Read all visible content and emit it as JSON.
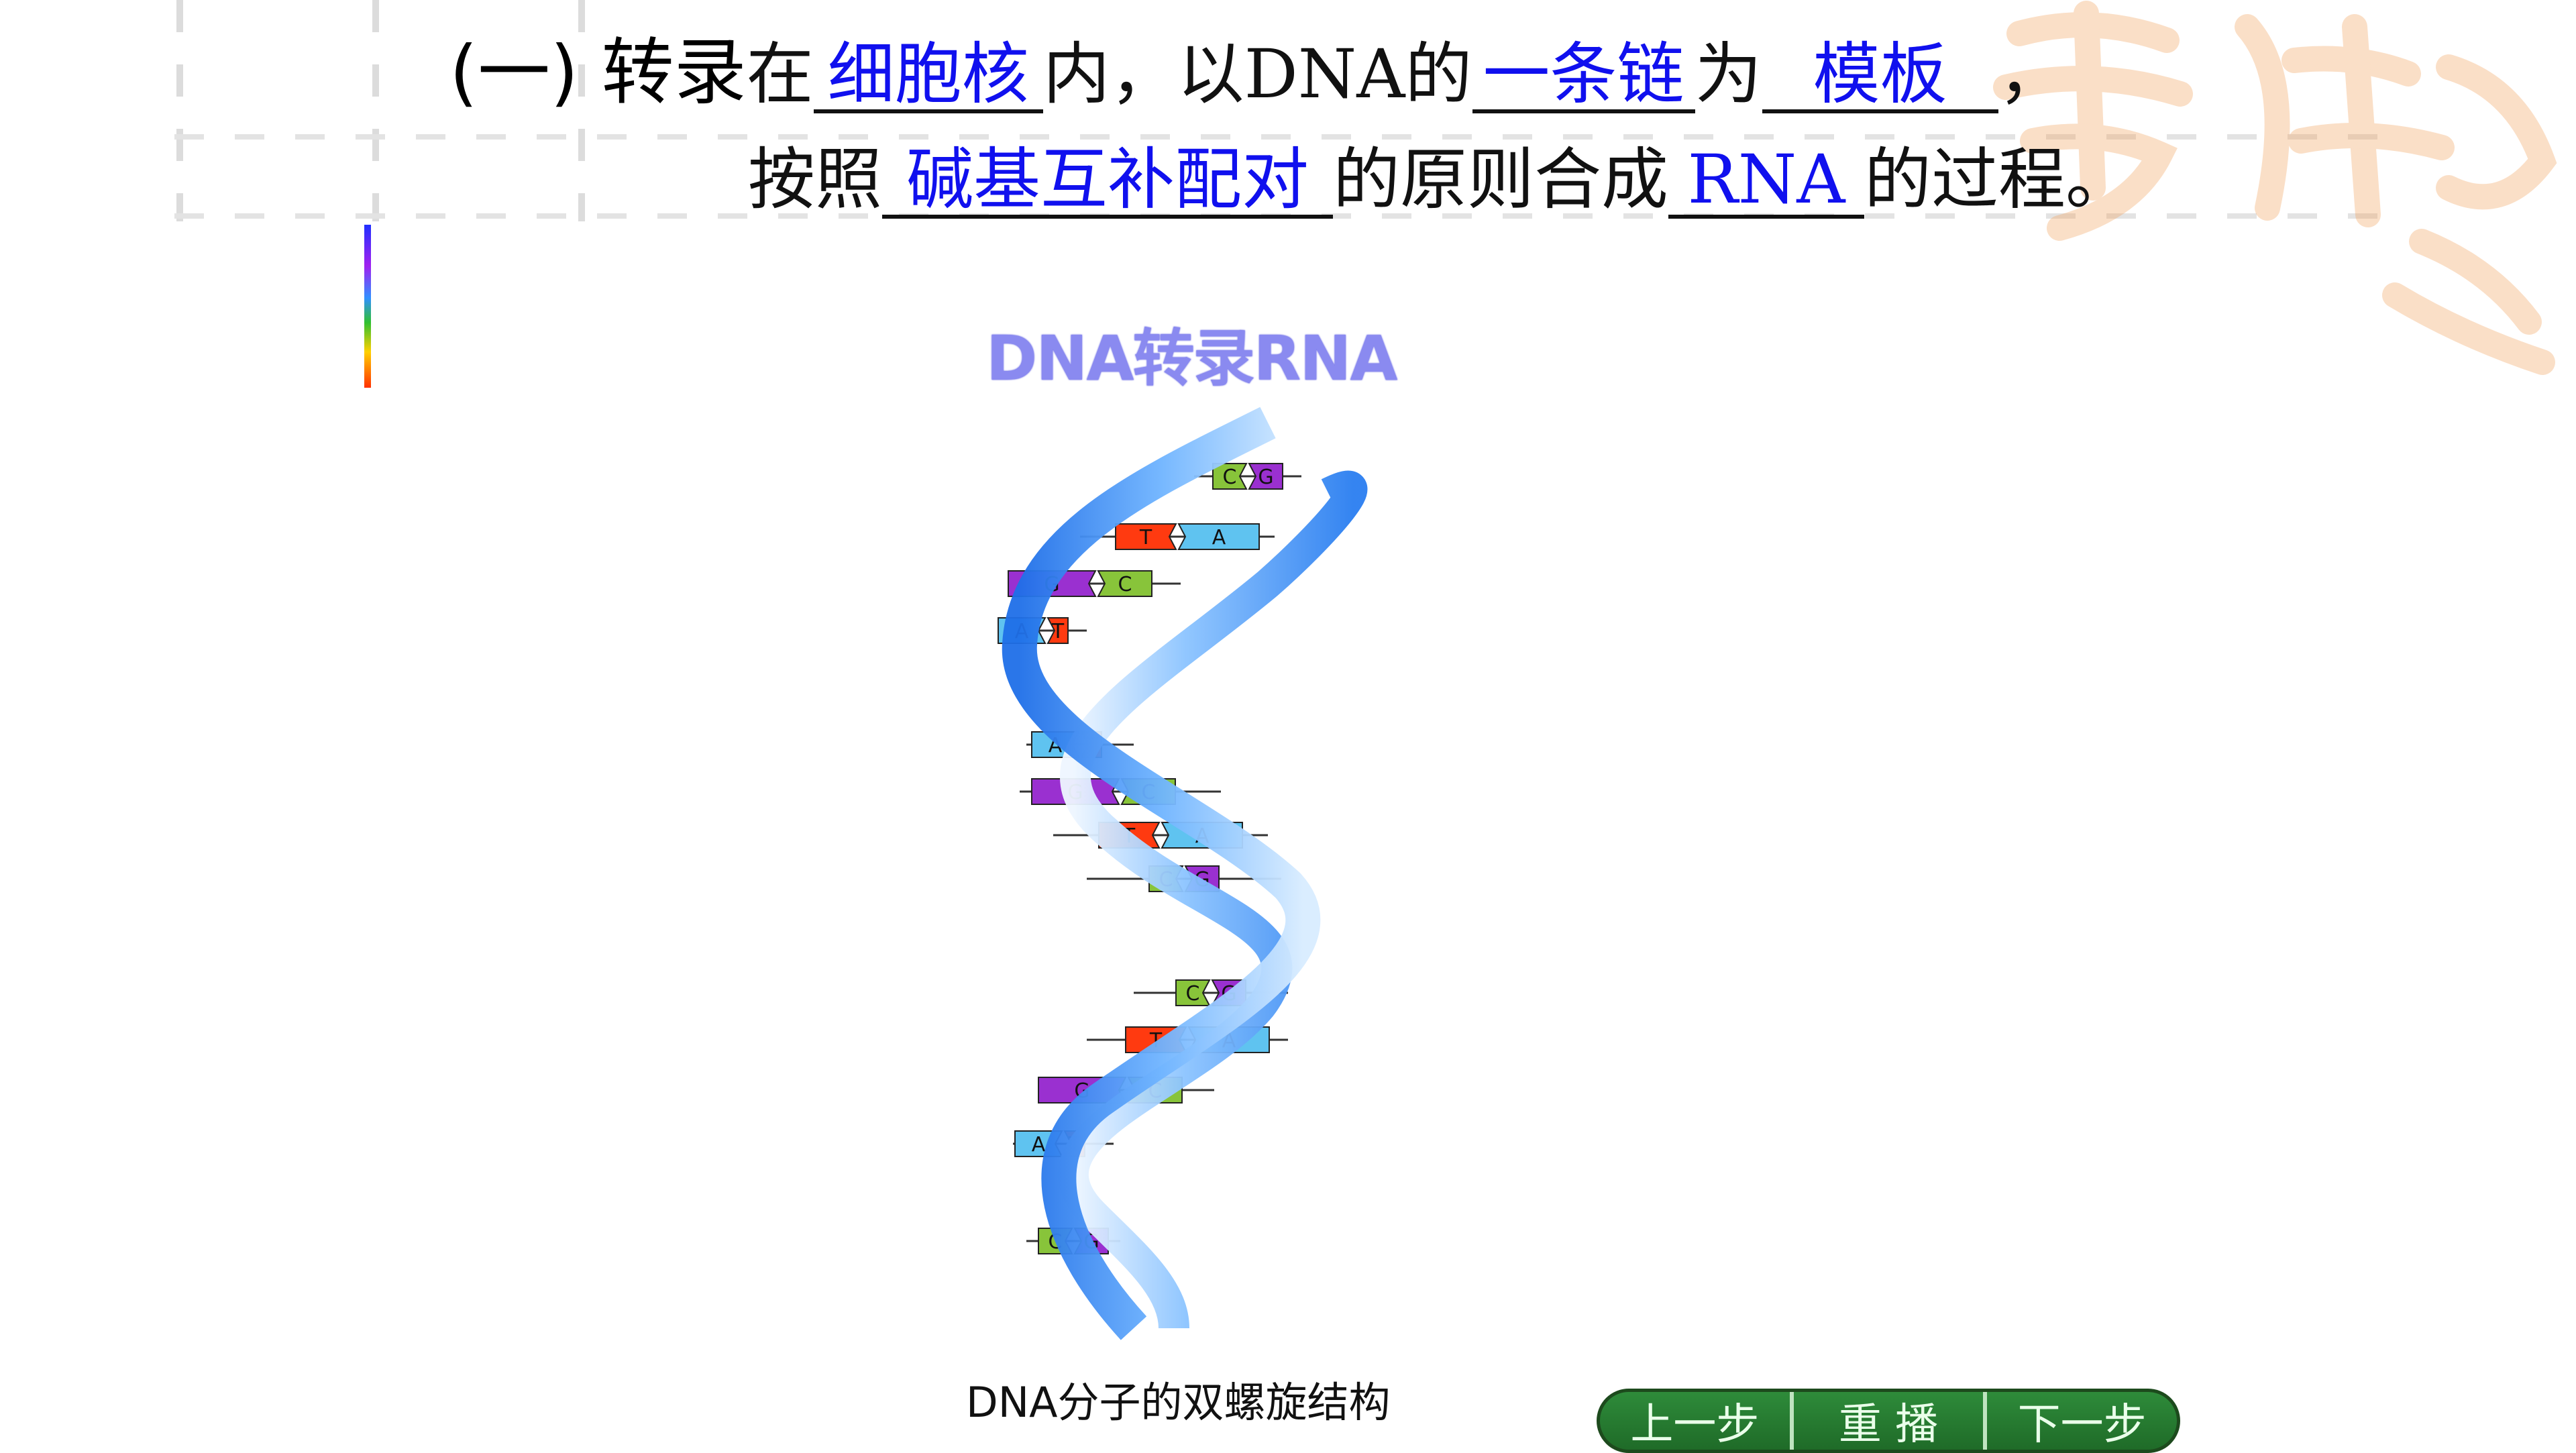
{
  "heading": {
    "label": "(一) 转录",
    "line1_a": "在",
    "blank1": "细胞核",
    "line1_b": "内，以DNA的",
    "blank2": "一条链",
    "line1_c": "为",
    "blank3": "模板",
    "line1_d": "，",
    "line2_a": "按照",
    "blank4": "碱基互补配对",
    "line2_b": "的原则合成",
    "blank5": "RNA",
    "line2_c": "的过程。"
  },
  "animation": {
    "title": "DNA转录RNA",
    "caption": "DNA分子的双螺旋结构",
    "base_pairs": [
      {
        "left": "C",
        "right": "G"
      },
      {
        "left": "T",
        "right": "A"
      },
      {
        "left": "G",
        "right": "C"
      },
      {
        "left": "A",
        "right": "T"
      },
      {
        "left": "A",
        "right": "T"
      },
      {
        "left": "G",
        "right": "C"
      },
      {
        "left": "T",
        "right": "A"
      },
      {
        "left": "C",
        "right": "G"
      },
      {
        "left": "C",
        "right": "G"
      },
      {
        "left": "T",
        "right": "A"
      },
      {
        "left": "G",
        "right": "C"
      },
      {
        "left": "A",
        "right": "T"
      },
      {
        "left": "C",
        "right": "G"
      }
    ],
    "base_colors": {
      "A": "#5fc3f0",
      "T": "#ff3a10",
      "G": "#9a30d0",
      "C": "#88c43a"
    }
  },
  "controls": {
    "prev": "上一步",
    "replay": "重  播",
    "next": "下一步"
  },
  "colors": {
    "blank_text": "#1010ee",
    "strand_dark": "#2a7ef0",
    "strand_light": "#d8ecff",
    "control_bg": "#2e8b3a"
  }
}
